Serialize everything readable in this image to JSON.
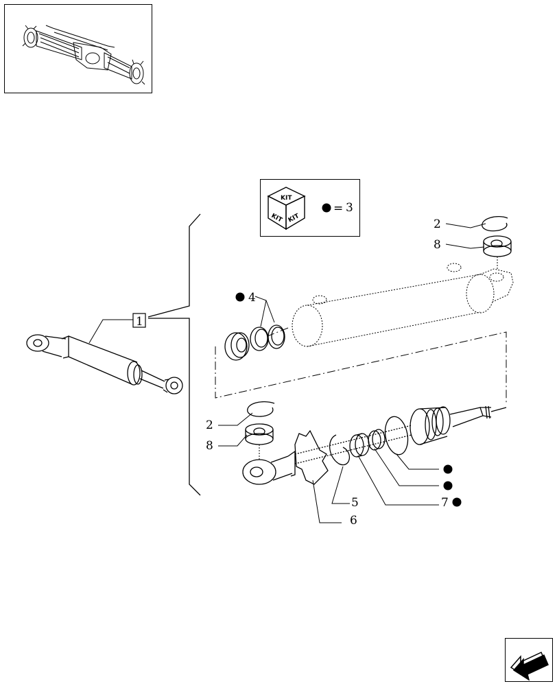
{
  "thumbnail": {
    "icon": "axle-assembly-icon"
  },
  "kit_legend": {
    "box_texts": [
      "KIT",
      "KIT",
      "KIT"
    ],
    "equals": "=",
    "number": "3",
    "bullet_icon": "filled-circle-icon"
  },
  "callouts": {
    "item_1": "1",
    "item_2_top": "2",
    "item_8_top": "8",
    "item_4": "4",
    "item_2_bottom": "2",
    "item_8_bottom": "8",
    "item_5": "5",
    "item_6": "6",
    "item_7": "7"
  },
  "nav": {
    "icon": "next-page-arrow-icon"
  },
  "colors": {
    "line": "#000000",
    "background": "#ffffff"
  }
}
